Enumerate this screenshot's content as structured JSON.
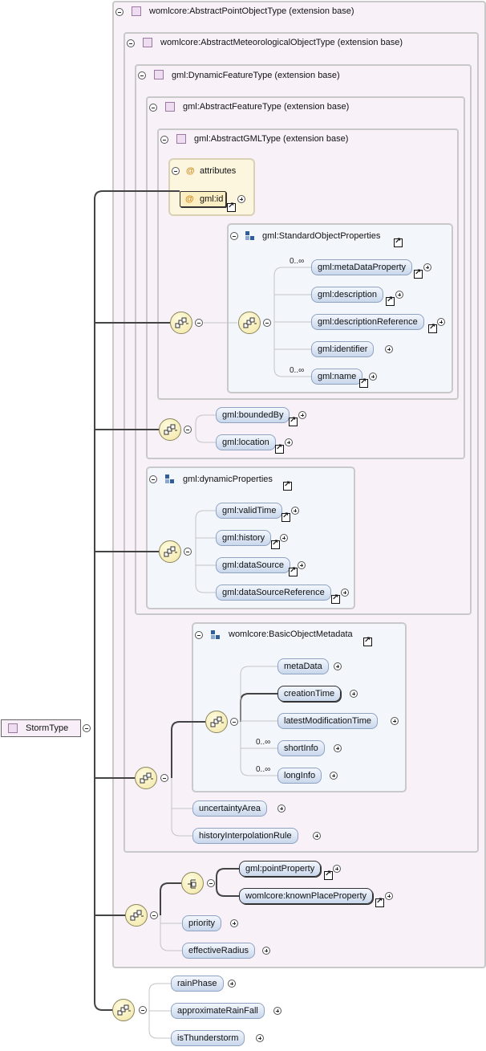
{
  "root": {
    "label": "StormType"
  },
  "types": {
    "point_object": "womlcore:AbstractPointObjectType (extension base)",
    "meteorological_object": "womlcore:AbstractMeteorologicalObjectType (extension base)",
    "dynamic_feature": "gml:DynamicFeatureType (extension base)",
    "abstract_feature": "gml:AbstractFeatureType (extension base)",
    "abstract_gml": "gml:AbstractGMLType (extension base)"
  },
  "attributes": {
    "title": "attributes",
    "items": [
      "gml:id"
    ]
  },
  "standard_object_properties": {
    "title": "gml:StandardObjectProperties",
    "elements": [
      "gml:metaDataProperty",
      "gml:description",
      "gml:descriptionReference",
      "gml:identifier",
      "gml:name"
    ],
    "cardinality_metadata": "0..∞",
    "cardinality_name": "0..∞"
  },
  "feature_elements": [
    "gml:boundedBy",
    "gml:location"
  ],
  "dynamic_properties": {
    "title": "gml:dynamicProperties",
    "elements": [
      "gml:validTime",
      "gml:history",
      "gml:dataSource",
      "gml:dataSourceReference"
    ]
  },
  "basic_object_metadata": {
    "title": "womlcore:BasicObjectMetadata",
    "elements": [
      "metaData",
      "creationTime",
      "latestModificationTime",
      "shortInfo",
      "longInfo"
    ],
    "cardinality_shortinfo": "0..∞",
    "cardinality_longinfo": "0..∞"
  },
  "meteorological_elements": [
    "uncertaintyArea",
    "historyInterpolationRule"
  ],
  "choice_elements": [
    "gml:pointProperty",
    "womlcore:knownPlaceProperty"
  ],
  "point_object_elements": [
    "priority",
    "effectiveRadius"
  ],
  "storm_elements": [
    "rainPhase",
    "approximateRainFall",
    "isThunderstorm"
  ],
  "icons": {
    "attribute": "@"
  }
}
